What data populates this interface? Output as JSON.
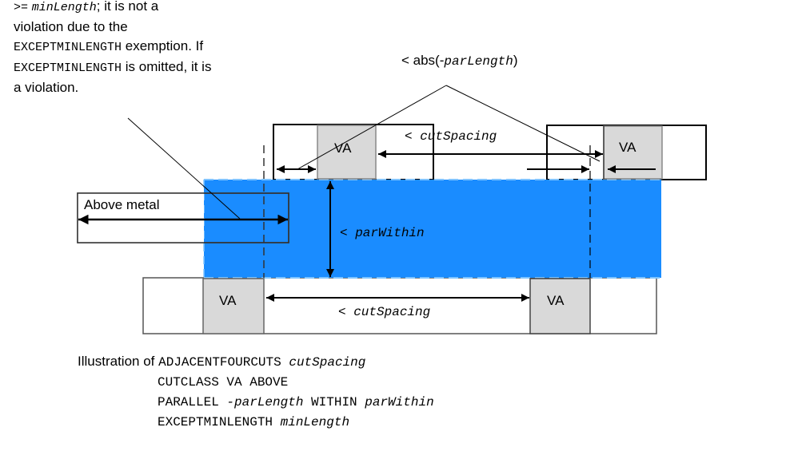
{
  "note": {
    "line1_prefix": ">=",
    "line1_var": "minLength",
    "line1_rest": "; it is not a",
    "line2": "violation due to the",
    "line3_code": "EXCEPTMINLENGTH",
    "line3_rest": " exemption. If",
    "line4_code": "EXCEPTMINLENGTH",
    "line4_rest": " is omitted, it is",
    "line5": "a violation."
  },
  "labels": {
    "abs_prefix": "< abs(-",
    "abs_var": "parLength",
    "abs_suffix": ")",
    "cut_spacing_top_prefix": "< ",
    "cut_spacing_top_var": "cutSpacing",
    "par_within_prefix": "< ",
    "par_within_var": "parWithin",
    "cut_spacing_bottom_prefix": "< ",
    "cut_spacing_bottom_var": "cutSpacing",
    "above_metal": "Above metal",
    "via_top_left": "VA",
    "via_top_right": "VA",
    "via_bottom_left": "VA",
    "via_bottom_right": "VA"
  },
  "colors": {
    "metal_fill": "#1a8cff",
    "via_fill": "#d9d9d9"
  },
  "caption": {
    "intro": "Illustration of ",
    "line1_code": "ADJACENTFOURCUTS ",
    "line1_var": "cutSpacing",
    "line2_code": "CUTCLASS VA ABOVE",
    "line3_code_a": "PARALLEL ",
    "line3_var_a": "-parLength",
    "line3_code_b": " WITHIN ",
    "line3_var_b": "parWithin",
    "line4_code": "EXCEPTMINLENGTH ",
    "line4_var": "minLength"
  }
}
